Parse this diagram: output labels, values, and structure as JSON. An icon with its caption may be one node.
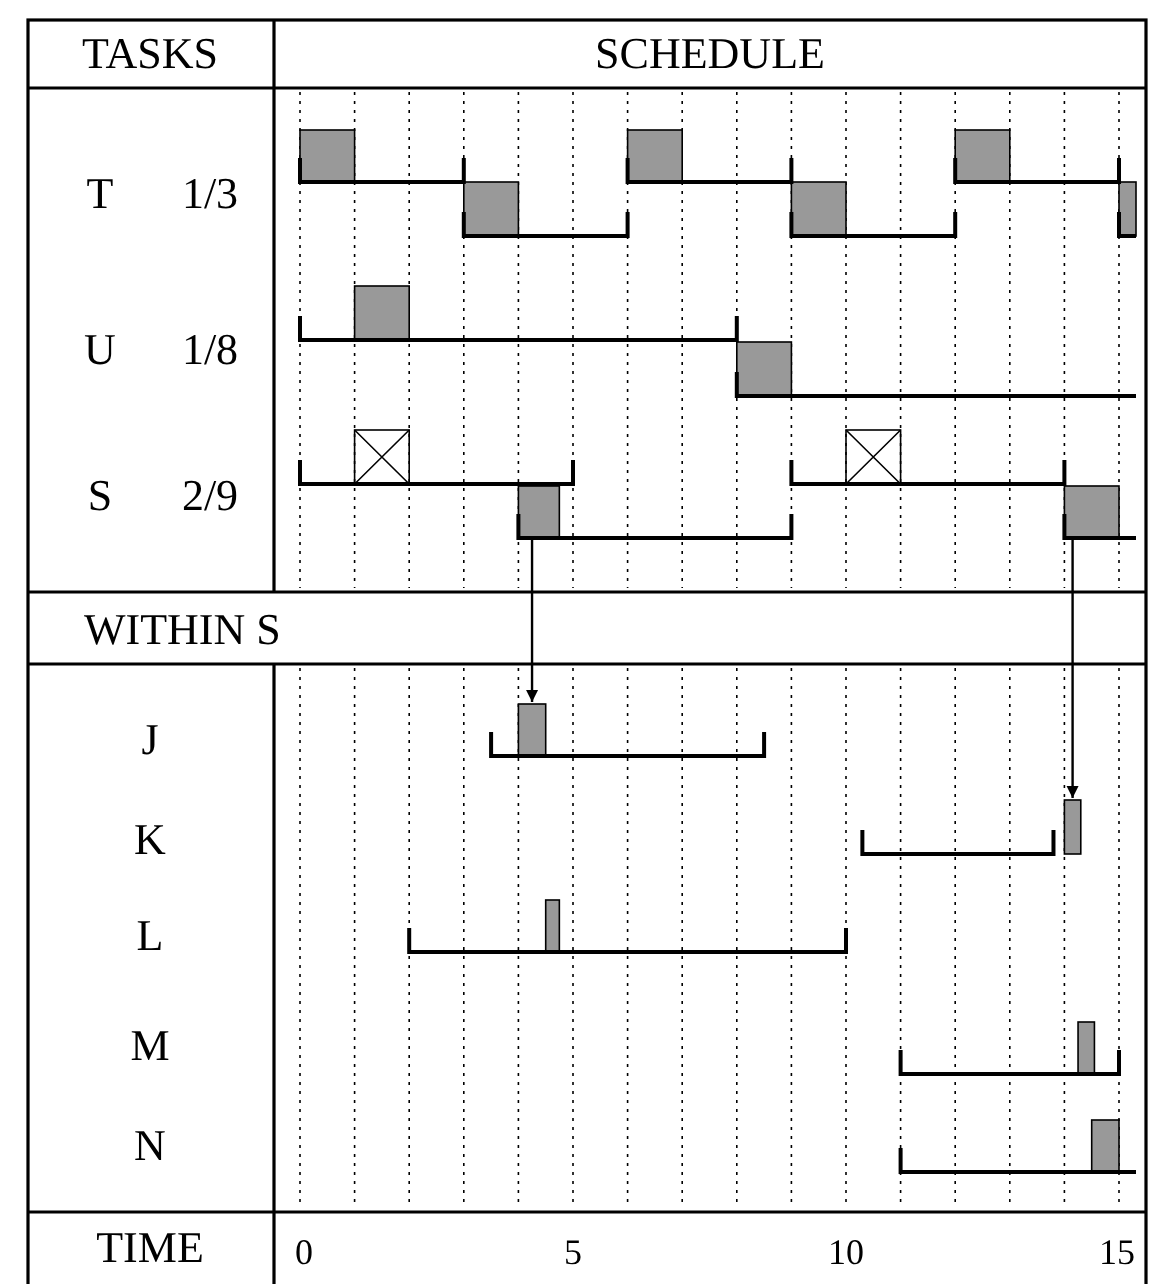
{
  "diagram": {
    "nodes": [
      {
        "text": [],
        "shape": "bar"
      },
      {
        "text": [],
        "shape": "bar"
      },
      {
        "text": [],
        "shape": "bar"
      },
      {
        "text": [],
        "shape": "bar"
      },
      {
        "text": [],
        "shape": "bar"
      },
      {
        "text": [],
        "shape": "bar"
      },
      {
        "text": [],
        "shape": "bar"
      },
      {
        "text": [],
        "shape": "bar"
      },
      {
        "text": [],
        "shape": "box"
      },
      {
        "text": [],
        "shape": "bar"
      },
      {
        "text": [],
        "shape": "box"
      },
      {
        "text": [],
        "shape": "bar"
      },
      {
        "text": [],
        "shape": "bar"
      },
      {
        "text": [],
        "shape": "bar"
      },
      {
        "text": [],
        "shape": "bar"
      },
      {
        "text": [],
        "shape": "bar"
      },
      {
        "text": [],
        "shape": "bar"
      }
    ],
    "edges": [
      {
        "from": 9,
        "to": 12,
        "arrow": "to"
      },
      {
        "from": 11,
        "to": 13,
        "arrow": "to"
      }
    ],
    "labels": [
      "TASKS",
      "SCHEDULE",
      "T",
      "1/3",
      "U",
      "1/8",
      "S",
      "2/9",
      "WITHIN S",
      "J",
      "K",
      "L",
      "M",
      "N",
      "TIME",
      "0",
      "5",
      "10",
      "15"
    ]
  }
}
